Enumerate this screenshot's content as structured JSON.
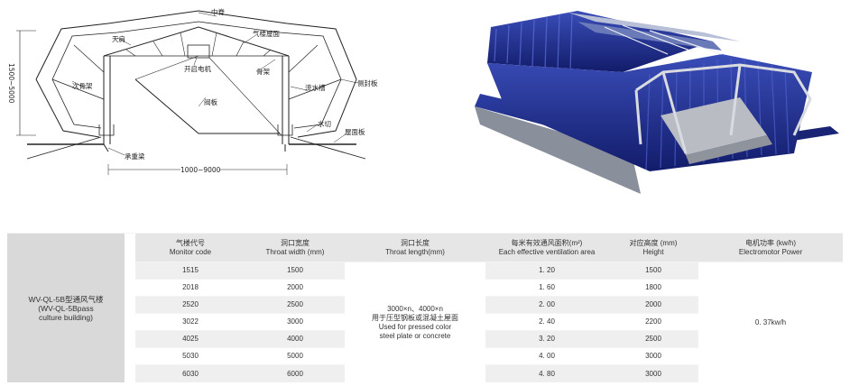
{
  "drawing": {
    "labels": {
      "top": "中脊",
      "skylight": "天肩",
      "roof_panel": "气楼屋面",
      "motor": "开启电机",
      "frame": "骨架",
      "rib": "次骨架",
      "gutter": "流水槽",
      "side_panel": "侧封板",
      "damper": "阀板",
      "purlin": "水切",
      "roof_sheet": "屋面板",
      "beam": "承重梁",
      "height_dim": "1500~5000",
      "width_dim": "1000~9000"
    }
  },
  "table": {
    "model": {
      "line1": "WV-QL-5B型通风气楼",
      "line2": "(WV-QL-5Bpass",
      "line3": "culture building)"
    },
    "headers": {
      "code": {
        "cn": "气楼代号",
        "en": "Monitor code"
      },
      "throat_width": {
        "cn": "洞口宽度",
        "en": "Throat width (mm)"
      },
      "throat_length": {
        "cn": "洞口长度",
        "en": "Throat length(mm)"
      },
      "area": {
        "cn": "每米有效通风面积(m²)",
        "en": "Each effective ventilation area"
      },
      "height": {
        "cn": "对应高度 (mm)",
        "en": "Height"
      },
      "power": {
        "cn": "电机功率 (kw/h)",
        "en": "Electromotor Power"
      }
    },
    "rows": [
      {
        "code": "1515",
        "width": "1500",
        "area": "1. 20",
        "height": "1500"
      },
      {
        "code": "2018",
        "width": "2000",
        "area": "1. 60",
        "height": "1800"
      },
      {
        "code": "2520",
        "width": "2500",
        "area": "2. 00",
        "height": "2000"
      },
      {
        "code": "3022",
        "width": "3000",
        "area": "2. 40",
        "height": "2200"
      },
      {
        "code": "4025",
        "width": "4000",
        "area": "3. 20",
        "height": "2500"
      },
      {
        "code": "5030",
        "width": "5000",
        "area": "4. 00",
        "height": "3000"
      },
      {
        "code": "6030",
        "width": "6000",
        "area": "4. 80",
        "height": "3000"
      }
    ],
    "length_text": {
      "line1": "3000×n、4000×n",
      "line2": "用于压型钢板或混凝土屋面",
      "line3": "Used for pressed color",
      "line4": "steel plate or concrete"
    },
    "power_value": "0. 37kw/h"
  }
}
